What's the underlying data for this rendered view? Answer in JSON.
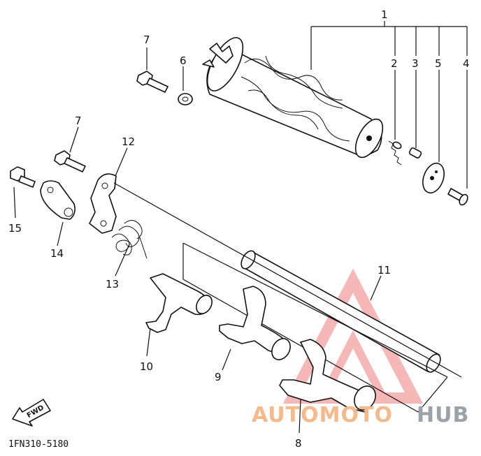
{
  "diagram": {
    "code": "1FN310-5180",
    "fwd_label": "FWD",
    "callouts": [
      {
        "id": "1",
        "text": "1"
      },
      {
        "id": "2",
        "text": "2"
      },
      {
        "id": "3",
        "text": "3"
      },
      {
        "id": "5",
        "text": "5"
      },
      {
        "id": "4",
        "text": "4"
      },
      {
        "id": "7a",
        "text": "7"
      },
      {
        "id": "6",
        "text": "6"
      },
      {
        "id": "7b",
        "text": "7"
      },
      {
        "id": "12",
        "text": "12"
      },
      {
        "id": "15",
        "text": "15"
      },
      {
        "id": "14",
        "text": "14"
      },
      {
        "id": "13",
        "text": "13"
      },
      {
        "id": "11",
        "text": "11"
      },
      {
        "id": "10",
        "text": "10"
      },
      {
        "id": "9",
        "text": "9"
      },
      {
        "id": "8",
        "text": "8"
      }
    ]
  },
  "watermark": {
    "part1": "AUTOMOTO",
    "part2": "HUB",
    "color1": "#f5b98a",
    "color2": "#9aa3a8",
    "triangle_color": "#f07d7d"
  }
}
